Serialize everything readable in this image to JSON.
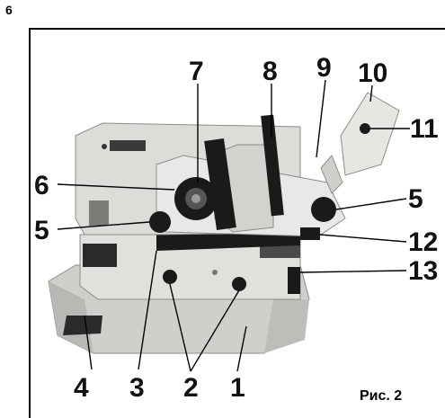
{
  "page": {
    "number": "6"
  },
  "figure": {
    "caption": "Рис. 2",
    "callouts": [
      "1",
      "2",
      "3",
      "4",
      "5",
      "5",
      "6",
      "7",
      "8",
      "9",
      "10",
      "11",
      "12",
      "13"
    ]
  },
  "colors": {
    "body": "#d9d9d6",
    "shadow": "#8c8c88",
    "dark": "#1a1a1a",
    "leader": "#000000"
  }
}
